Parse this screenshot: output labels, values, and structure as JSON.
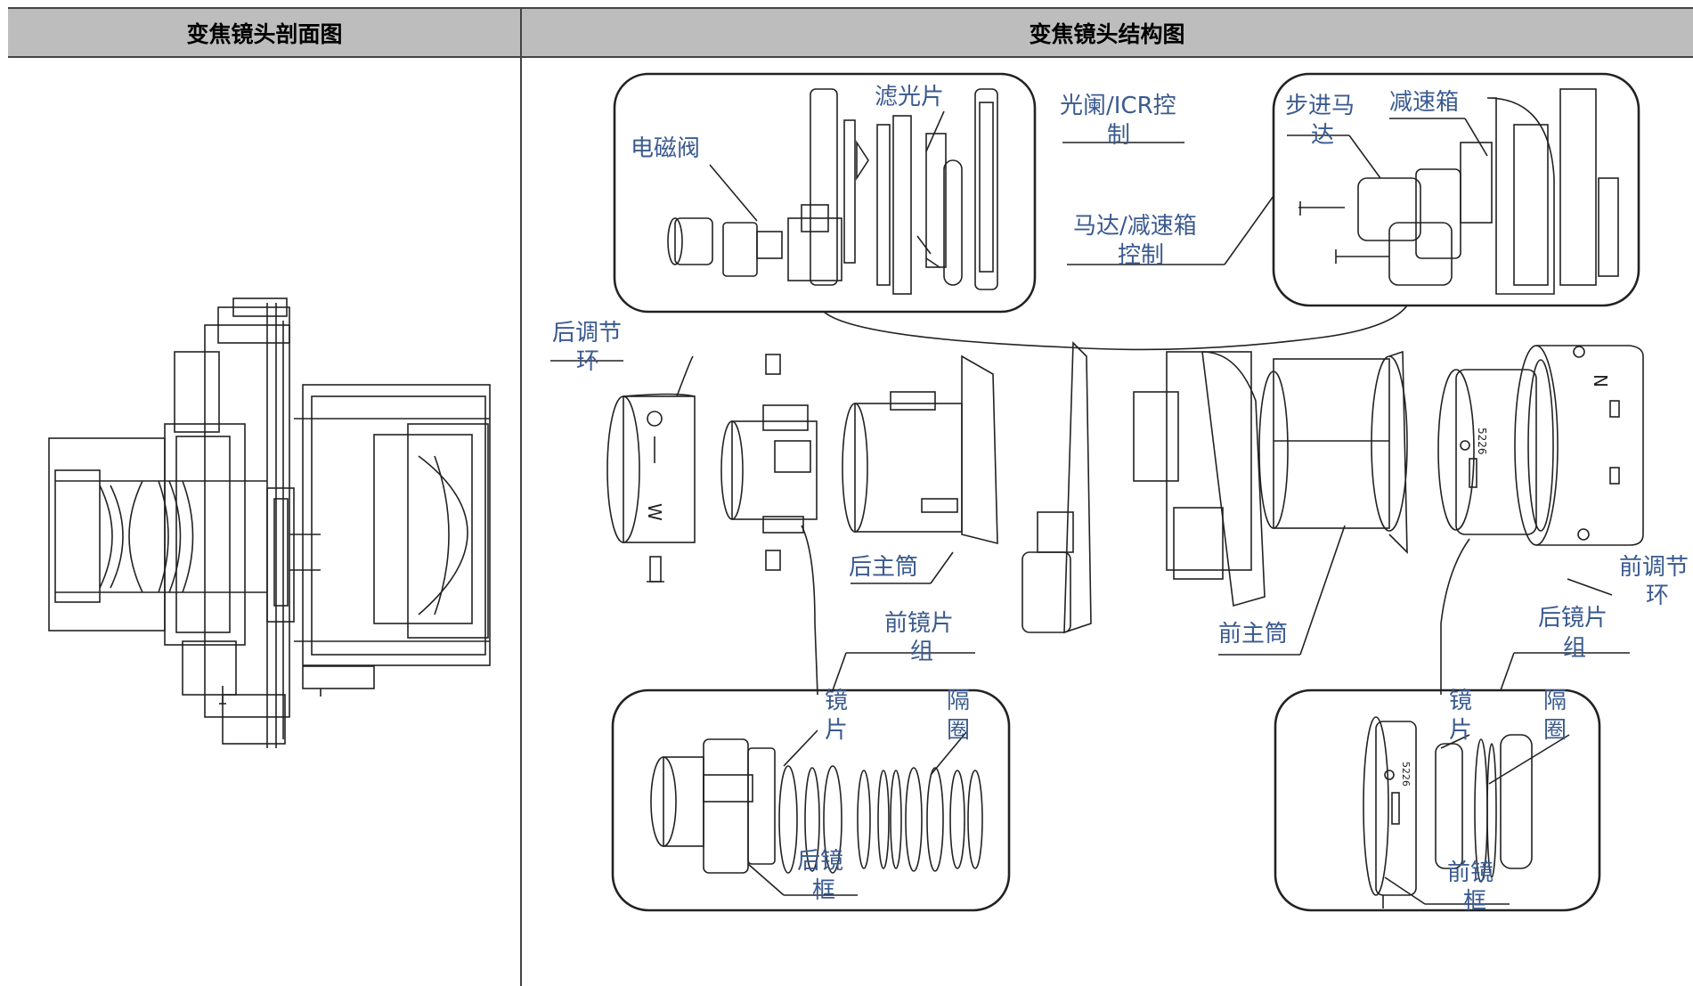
{
  "headers": {
    "section_view": "变焦镜头剖面图",
    "structure_view": "变焦镜头结构图"
  },
  "labels": {
    "solenoid_valve": "电磁阀",
    "filter": "滤光片",
    "iris_icr_line1": "光阑/ICR控",
    "iris_icr_line2": "制",
    "stepper_motor_line1": "步进马",
    "stepper_motor_line2": "达",
    "gearbox": "减速箱",
    "motor_gearbox_line1": "马达/减速箱",
    "motor_gearbox_line2": "控制",
    "rear_adjust_ring_line1": "后调节",
    "rear_adjust_ring_line2": "环",
    "rear_main_barrel": "后主筒",
    "front_main_barrel": "前主筒",
    "front_adjust_ring_line1": "前调节",
    "front_adjust_ring_line2": "环",
    "front_lens_group_line1": "前镜片",
    "front_lens_group_line2": "组",
    "rear_lens_group_line1": "后镜片",
    "rear_lens_group_line2": "组",
    "lens_a_line1": "镜",
    "lens_a_line2": "片",
    "spacer_a_line1": "隔",
    "spacer_a_line2": "圈",
    "rear_frame_line1": "后镜",
    "rear_frame_line2": "框",
    "lens_b_line1": "镜",
    "lens_b_line2": "片",
    "spacer_b_line1": "隔",
    "spacer_b_line2": "圈",
    "front_frame_line1": "前镜",
    "front_frame_line2": "框",
    "ring_mark_w": "W",
    "ring_mark_n": "N",
    "part_code_a": "5226",
    "part_code_b": "5226"
  },
  "colors": {
    "label_text": "#3a5a8f",
    "header_bg": "#bdbdbd",
    "line": "#222222"
  }
}
